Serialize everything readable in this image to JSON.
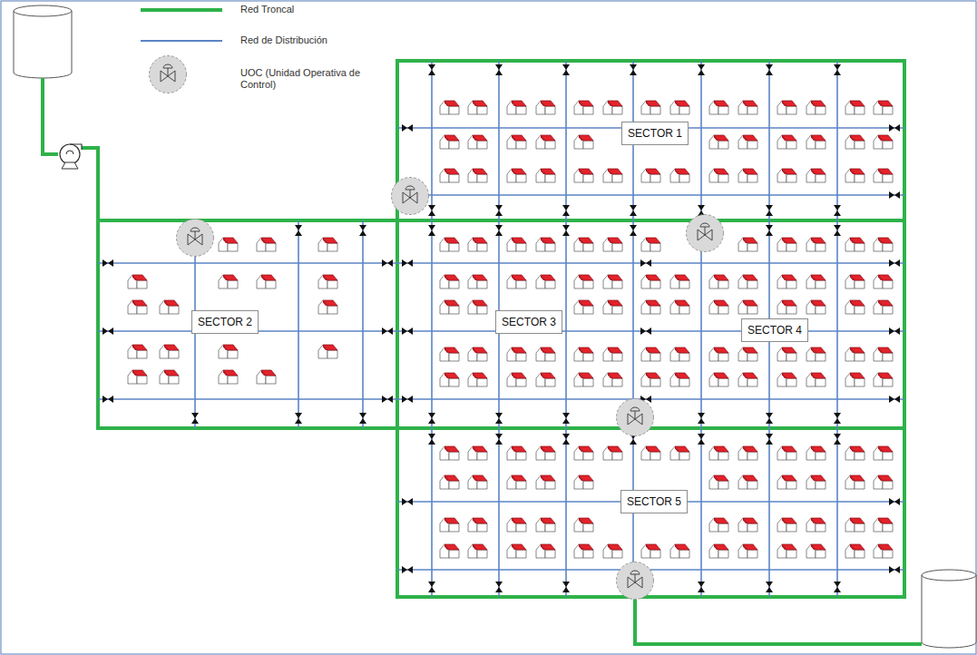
{
  "diagram": {
    "nodes": [
      {
        "text": [
          "SECTOR 1"
        ]
      },
      {
        "text": [
          "SECTOR 2"
        ]
      },
      {
        "text": [
          "SECTOR 3"
        ]
      },
      {
        "text": [
          "SECTOR 4"
        ]
      },
      {
        "text": [
          "SECTOR 5"
        ]
      }
    ],
    "legend": [
      {
        "text": "Red Troncal"
      },
      {
        "text": "Red de Distribución"
      },
      {
        "text": "UOC (Unidad Operativa de Control)"
      }
    ]
  }
}
